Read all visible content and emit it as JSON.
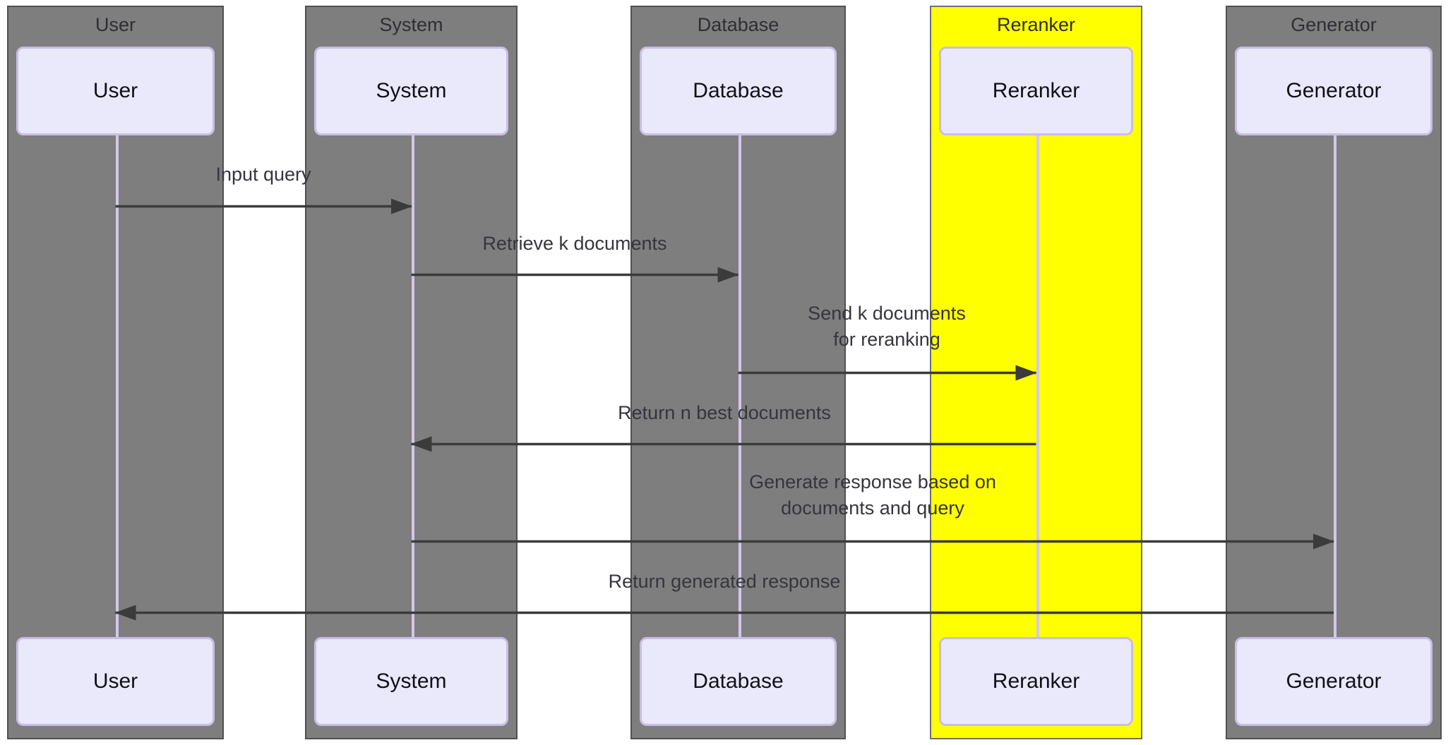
{
  "diagram": {
    "type": "sequence-diagram",
    "participants": [
      {
        "name": "User",
        "highlight": false
      },
      {
        "name": "System",
        "highlight": false
      },
      {
        "name": "Database",
        "highlight": false
      },
      {
        "name": "Reranker",
        "highlight": true
      },
      {
        "name": "Generator",
        "highlight": false
      }
    ],
    "messages": [
      {
        "from": "User",
        "to": "System",
        "lines": [
          "Input query"
        ]
      },
      {
        "from": "System",
        "to": "Database",
        "lines": [
          "Retrieve k documents"
        ]
      },
      {
        "from": "Database",
        "to": "Reranker",
        "lines": [
          "Send k documents",
          "for reranking"
        ]
      },
      {
        "from": "Reranker",
        "to": "System",
        "lines": [
          "Return n best documents"
        ]
      },
      {
        "from": "System",
        "to": "Generator",
        "lines": [
          "Generate response based on",
          "documents and query"
        ]
      },
      {
        "from": "Generator",
        "to": "User",
        "lines": [
          "Return generated response"
        ]
      }
    ],
    "colors": {
      "column_fill": "#7e7e7e",
      "column_border": "#515151",
      "highlight_fill": "#ffff00",
      "actor_box_fill": "#eae8fb",
      "actor_box_border": "#c9bde5",
      "lifeline": "#d2c7ea",
      "arrow": "#3b3b3b",
      "message_text": "#35353d",
      "background": "#ffffff"
    }
  }
}
